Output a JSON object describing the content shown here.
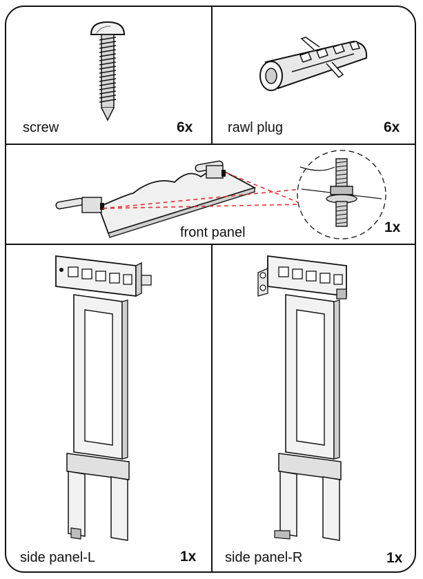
{
  "parts": {
    "screw": {
      "label": "screw",
      "qty": "6x",
      "icon": "screw-icon"
    },
    "rawl_plug": {
      "label": "rawl plug",
      "qty": "6x",
      "icon": "rawl-plug-icon"
    },
    "front_panel": {
      "label": "front panel",
      "qty": "1x",
      "icon": "front-panel-icon",
      "detail_icon": "bolt-detail-icon"
    },
    "side_panel_l": {
      "label": "side panel-L",
      "qty": "1x",
      "icon": "side-panel-left-icon"
    },
    "side_panel_r": {
      "label": "side panel-R",
      "qty": "1x",
      "icon": "side-panel-right-icon"
    }
  },
  "colors": {
    "line": "#111111",
    "leader": "#e03030",
    "fill": "#f2f2f2",
    "shade": "#bdbdbd"
  }
}
